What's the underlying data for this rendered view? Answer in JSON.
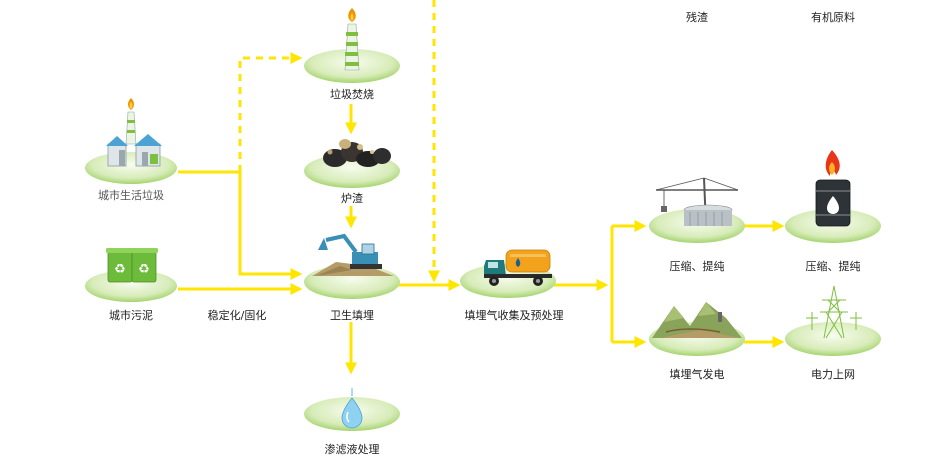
{
  "colors": {
    "arrow": "#ffe600",
    "platform_light": "#f3fbe4",
    "platform_dark": "#a5d46e",
    "stack_green": "#7fbf3f",
    "truck_orange": "#f3a21b",
    "truck_teal": "#1f7b7b",
    "flame": "#f39200"
  },
  "icons": {
    "city_waste": "waste-plant-icon",
    "sludge": "recycle-bins-icon",
    "incinerator": "chimney-icon",
    "slag": "slag-pile-icon",
    "landfill": "excavator-icon",
    "leachate": "water-drop-icon",
    "gas_truck": "tanker-truck-icon",
    "compression": "crane-tank-icon",
    "raw_material": "oil-barrel-icon",
    "gas_power": "landfill-mountain-icon",
    "grid": "power-tower-icon"
  },
  "labels": {
    "top_residue": "残渣",
    "top_raw_material": "有机原料",
    "city_waste": "城市生活垃圾",
    "sludge": "城市污泥",
    "stabilization": "稳定化/固化",
    "incineration": "垃圾焚烧",
    "slag": "炉渣",
    "landfill": "卫生填埋",
    "leachate": "渗滤液处理",
    "gas_collection": "填埋气收集及预处理",
    "compression_left": "压缩、提纯",
    "compression_right": "压缩、提纯",
    "gas_power": "填埋气发电",
    "grid": "电力上网"
  }
}
